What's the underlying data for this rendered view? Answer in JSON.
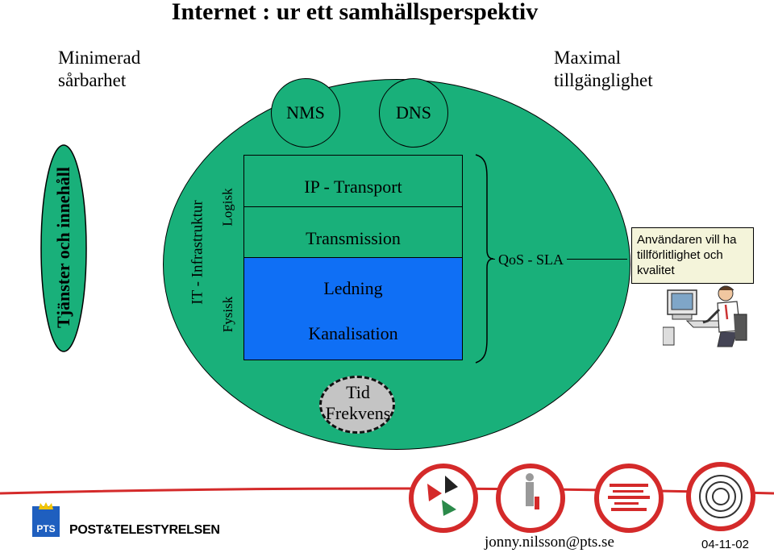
{
  "title": "Internet : ur ett samhällsperspektiv",
  "left_top_label": [
    "Minimerad",
    "sårbarhet"
  ],
  "right_top_label": [
    "Maximal",
    "tillgänglighet"
  ],
  "side_label": "Tjänster och innehåll",
  "infra_label": "IT - Infrastruktur",
  "logisk_label": "Logisk",
  "fysisk_label": "Fysisk",
  "top_circles": {
    "nms": "NMS",
    "dns": "DNS"
  },
  "layers": [
    "IP - Transport",
    "Transmission",
    "Ledning",
    "Kanalisation"
  ],
  "qos_label": "QoS - SLA",
  "user_box_lines": [
    "Användaren vill ha",
    "tillförlitlighet och",
    "kvalitet"
  ],
  "tid_lines": [
    "Tid",
    "Frekvens"
  ],
  "organization": "POST&TELESTYRELSEN",
  "logo_text": "PTS",
  "email": "jonny.nilsson@pts.se",
  "date": "04-11-02",
  "colors": {
    "green": "#19b07a",
    "blue": "#0f6ff5",
    "user_box_bg": "#f4f4da",
    "tid_fill": "#c4c4c4",
    "logo_red": "#d42a2a",
    "logo_blue": "#1f5fbf"
  },
  "icons": [
    "computer-user-icon",
    "crown-icon",
    "pts-emblem-icons"
  ]
}
